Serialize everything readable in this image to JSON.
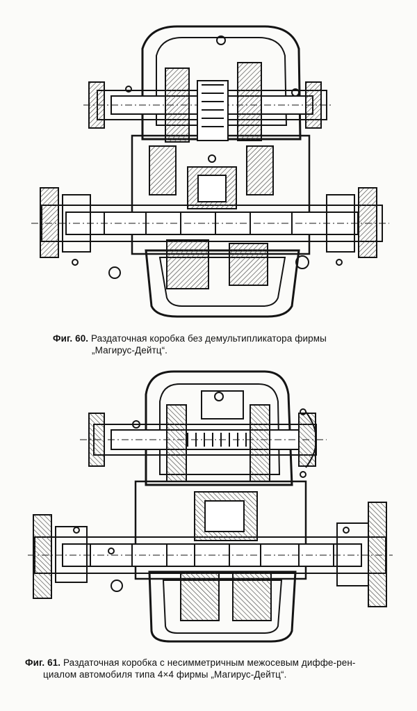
{
  "figures": [
    {
      "number": "Фиг. 60.",
      "caption_line1": "Раздаточная коробка без демультипликатора фирмы",
      "caption_line2": "„Магирус-Дейтц“."
    },
    {
      "number": "Фиг. 61.",
      "caption_line1": "Раздаточная коробка с несимметричным межосевым диффе-рен-",
      "caption_line2": "циалом автомобиля типа 4×4 фирмы „Магирус-Дейтц“."
    }
  ],
  "colors": {
    "ink": "#141414",
    "paper": "#fbfbf9",
    "hatch": "#3a3a3a"
  }
}
